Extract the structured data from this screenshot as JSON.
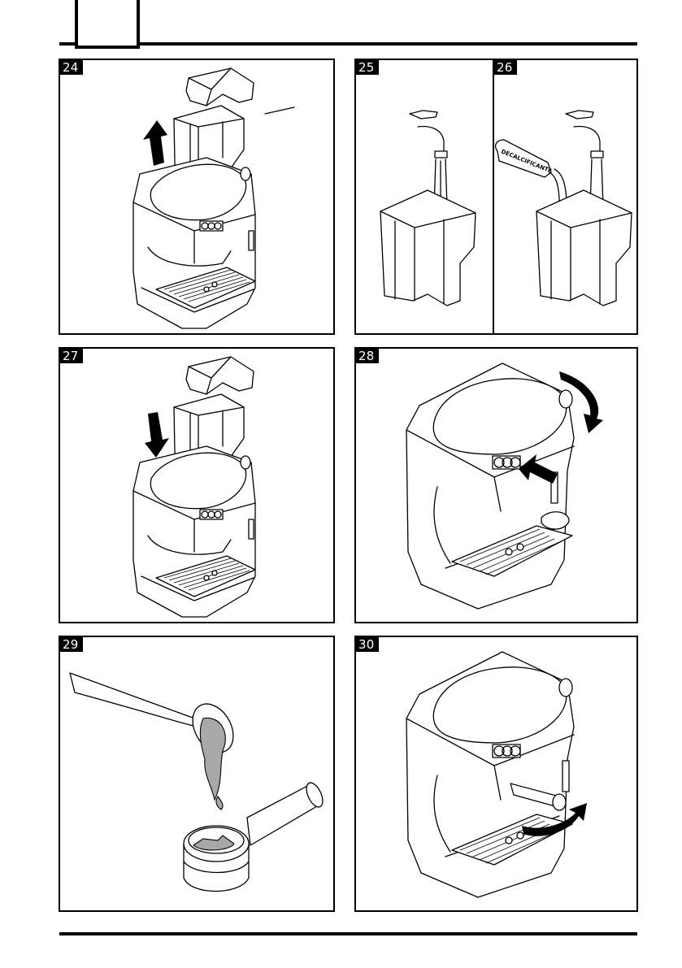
{
  "page": {
    "type": "instruction-manual-illustration-page",
    "header_tab_text": "",
    "colors": {
      "ink": "#000000",
      "paper": "#ffffff",
      "coffee_grey": "#a8a8a8"
    }
  },
  "figures": [
    {
      "number": "24",
      "subject": "espresso-machine",
      "action": "lift water tank and lid up",
      "arrow": "up-arrow"
    },
    {
      "number": "25",
      "subject": "water-tank",
      "action": "fill tank with water from tap",
      "arrow": ""
    },
    {
      "number": "26",
      "subject": "water-tank",
      "action": "add descaler and water",
      "arrow": "",
      "bottle_label": "DECALCIFICANTE"
    },
    {
      "number": "27",
      "subject": "espresso-machine",
      "action": "put water tank and lid back",
      "arrow": "down-arrow"
    },
    {
      "number": "28",
      "subject": "espresso-machine",
      "action": "turn steam knob and press button",
      "arrow": "rotate-clockwise-arrow"
    },
    {
      "number": "29",
      "subject": "filter-holder",
      "action": "fill filter with ground coffee",
      "arrow": ""
    },
    {
      "number": "30",
      "subject": "espresso-machine",
      "action": "insert filter holder and rotate",
      "arrow": "rotate-arrow"
    }
  ]
}
